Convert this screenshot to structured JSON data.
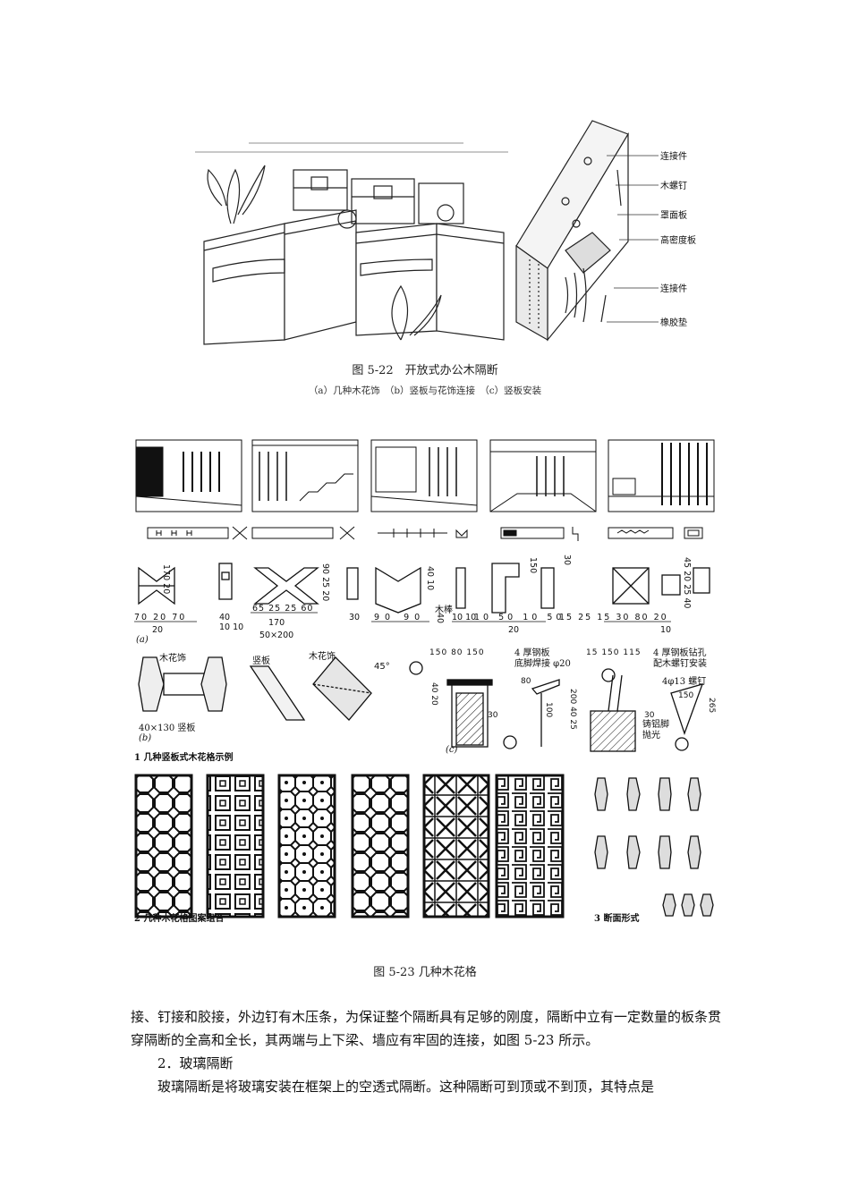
{
  "figure_22": {
    "callouts": [
      "连接件",
      "木螺钉",
      "罩面板",
      "高密度板",
      "连接件",
      "橡胶垫"
    ],
    "caption": "图 5-22　开放式办公木隔断",
    "subcaption": "（a）几种木花饰　（b）竖板与花饰连接　（c）竖板安装"
  },
  "figure_23": {
    "dims": {
      "d1": [
        "70",
        "20",
        "70",
        "20",
        "170",
        "20",
        "40",
        "10",
        "10"
      ],
      "d2": [
        "65",
        "25",
        "25",
        "60",
        "170",
        "50×200",
        "90",
        "25",
        "20"
      ],
      "d3": [
        "30",
        "90",
        "90",
        "40",
        "10",
        "40",
        "10",
        "10"
      ],
      "d4": [
        "10",
        "50",
        "10",
        "50",
        "20",
        "150",
        "30"
      ],
      "d5": [
        "15",
        "25",
        "15",
        "30",
        "80",
        "20",
        "10",
        "45",
        "20",
        "25",
        "40"
      ]
    },
    "label_wood_rod": "木棒",
    "label_a": "(a)",
    "label_b": "(b)",
    "label_c": "(c)",
    "label_wood_carving": "木花饰",
    "label_vertical_board": "竖板",
    "label_wood_carving_2": "木花饰",
    "label_board_size": "40×130 竖板",
    "angle_45": "45°",
    "steel_plate_note": "4 厚钢板\n底脚焊接 φ20",
    "steel_plate_note_2": "4 厚钢板钻孔\n配木螺钉安装",
    "screw_note": "4φ13 螺钉",
    "casting_note": "铸铝脚\n抛光",
    "dims_c": [
      "150",
      "80",
      "150",
      "15",
      "150",
      "115",
      "40",
      "20",
      "80",
      "30",
      "100",
      "200",
      "40",
      "25",
      "150",
      "30",
      "265"
    ],
    "section1_label": "1 几种竖板式木花格示例",
    "section2_label": "2 几种木花格图案组合",
    "section3_label": "3 断面形式",
    "caption": "图 5-23 几种木花格"
  },
  "body_text": {
    "para1": "接、钉接和胶接，外边钉有木压条，为保证整个隔断具有足够的刚度，隔断中立有一定数量的板条贯穿隔断的全高和全长，其两端与上下梁、墙应有牢固的连接，如图 5-23 所示。",
    "heading": "2．玻璃隔断",
    "para2": "玻璃隔断是将玻璃安装在框架上的空透式隔断。这种隔断可到顶或不到顶，其特点是"
  }
}
